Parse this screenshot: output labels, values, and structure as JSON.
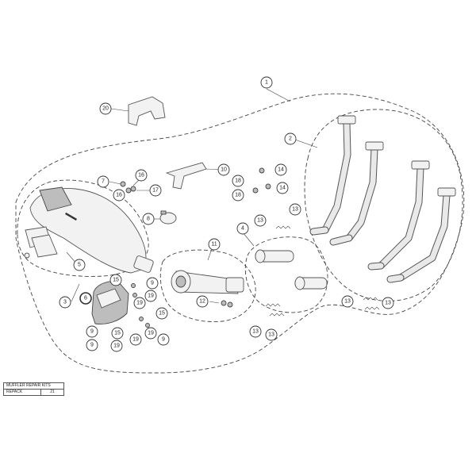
{
  "callouts": {
    "c1": "1",
    "c2": "2",
    "c3": "3",
    "c4": "4",
    "c5": "5",
    "c6": "6",
    "c7": "7",
    "c8": "8",
    "c9": "9",
    "c10": "10",
    "c11": "11",
    "c12": "12",
    "c13": "13",
    "c14": "14",
    "c15": "15",
    "c16": "16",
    "c17": "17",
    "c18": "18",
    "c19": "19",
    "c20": "20"
  },
  "highlight_color": "#d9322e",
  "repair_table": {
    "row1": "MUFFLER REPAIR KITS",
    "row2_label": "REPACK",
    "row2_value": "21"
  }
}
